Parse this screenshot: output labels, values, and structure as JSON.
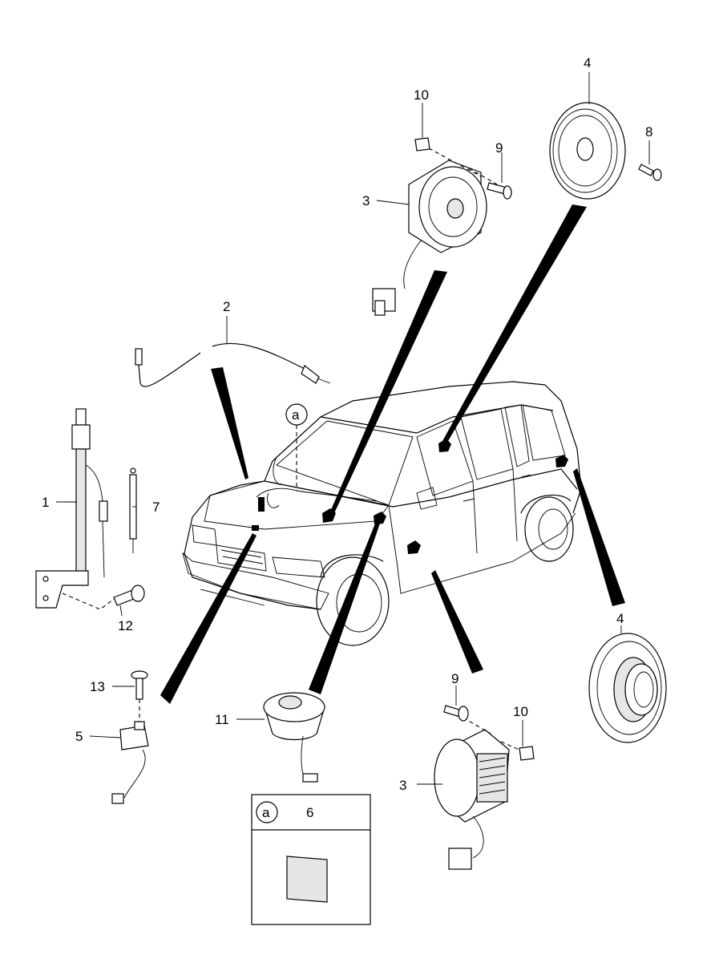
{
  "callouts": {
    "c1": "1",
    "c2": "2",
    "c3_top": "3",
    "c3_bottom": "3",
    "c4_top": "4",
    "c4_right": "4",
    "c5": "5",
    "c7": "7",
    "c8": "8",
    "c9_top": "9",
    "c9_bottom": "9",
    "c10_top": "10",
    "c10_bottom": "10",
    "c11": "11",
    "c12": "12",
    "c13": "13"
  },
  "markers": {
    "a_car": "a",
    "a_box": "a"
  },
  "inset_box": {
    "part_number": "6"
  }
}
